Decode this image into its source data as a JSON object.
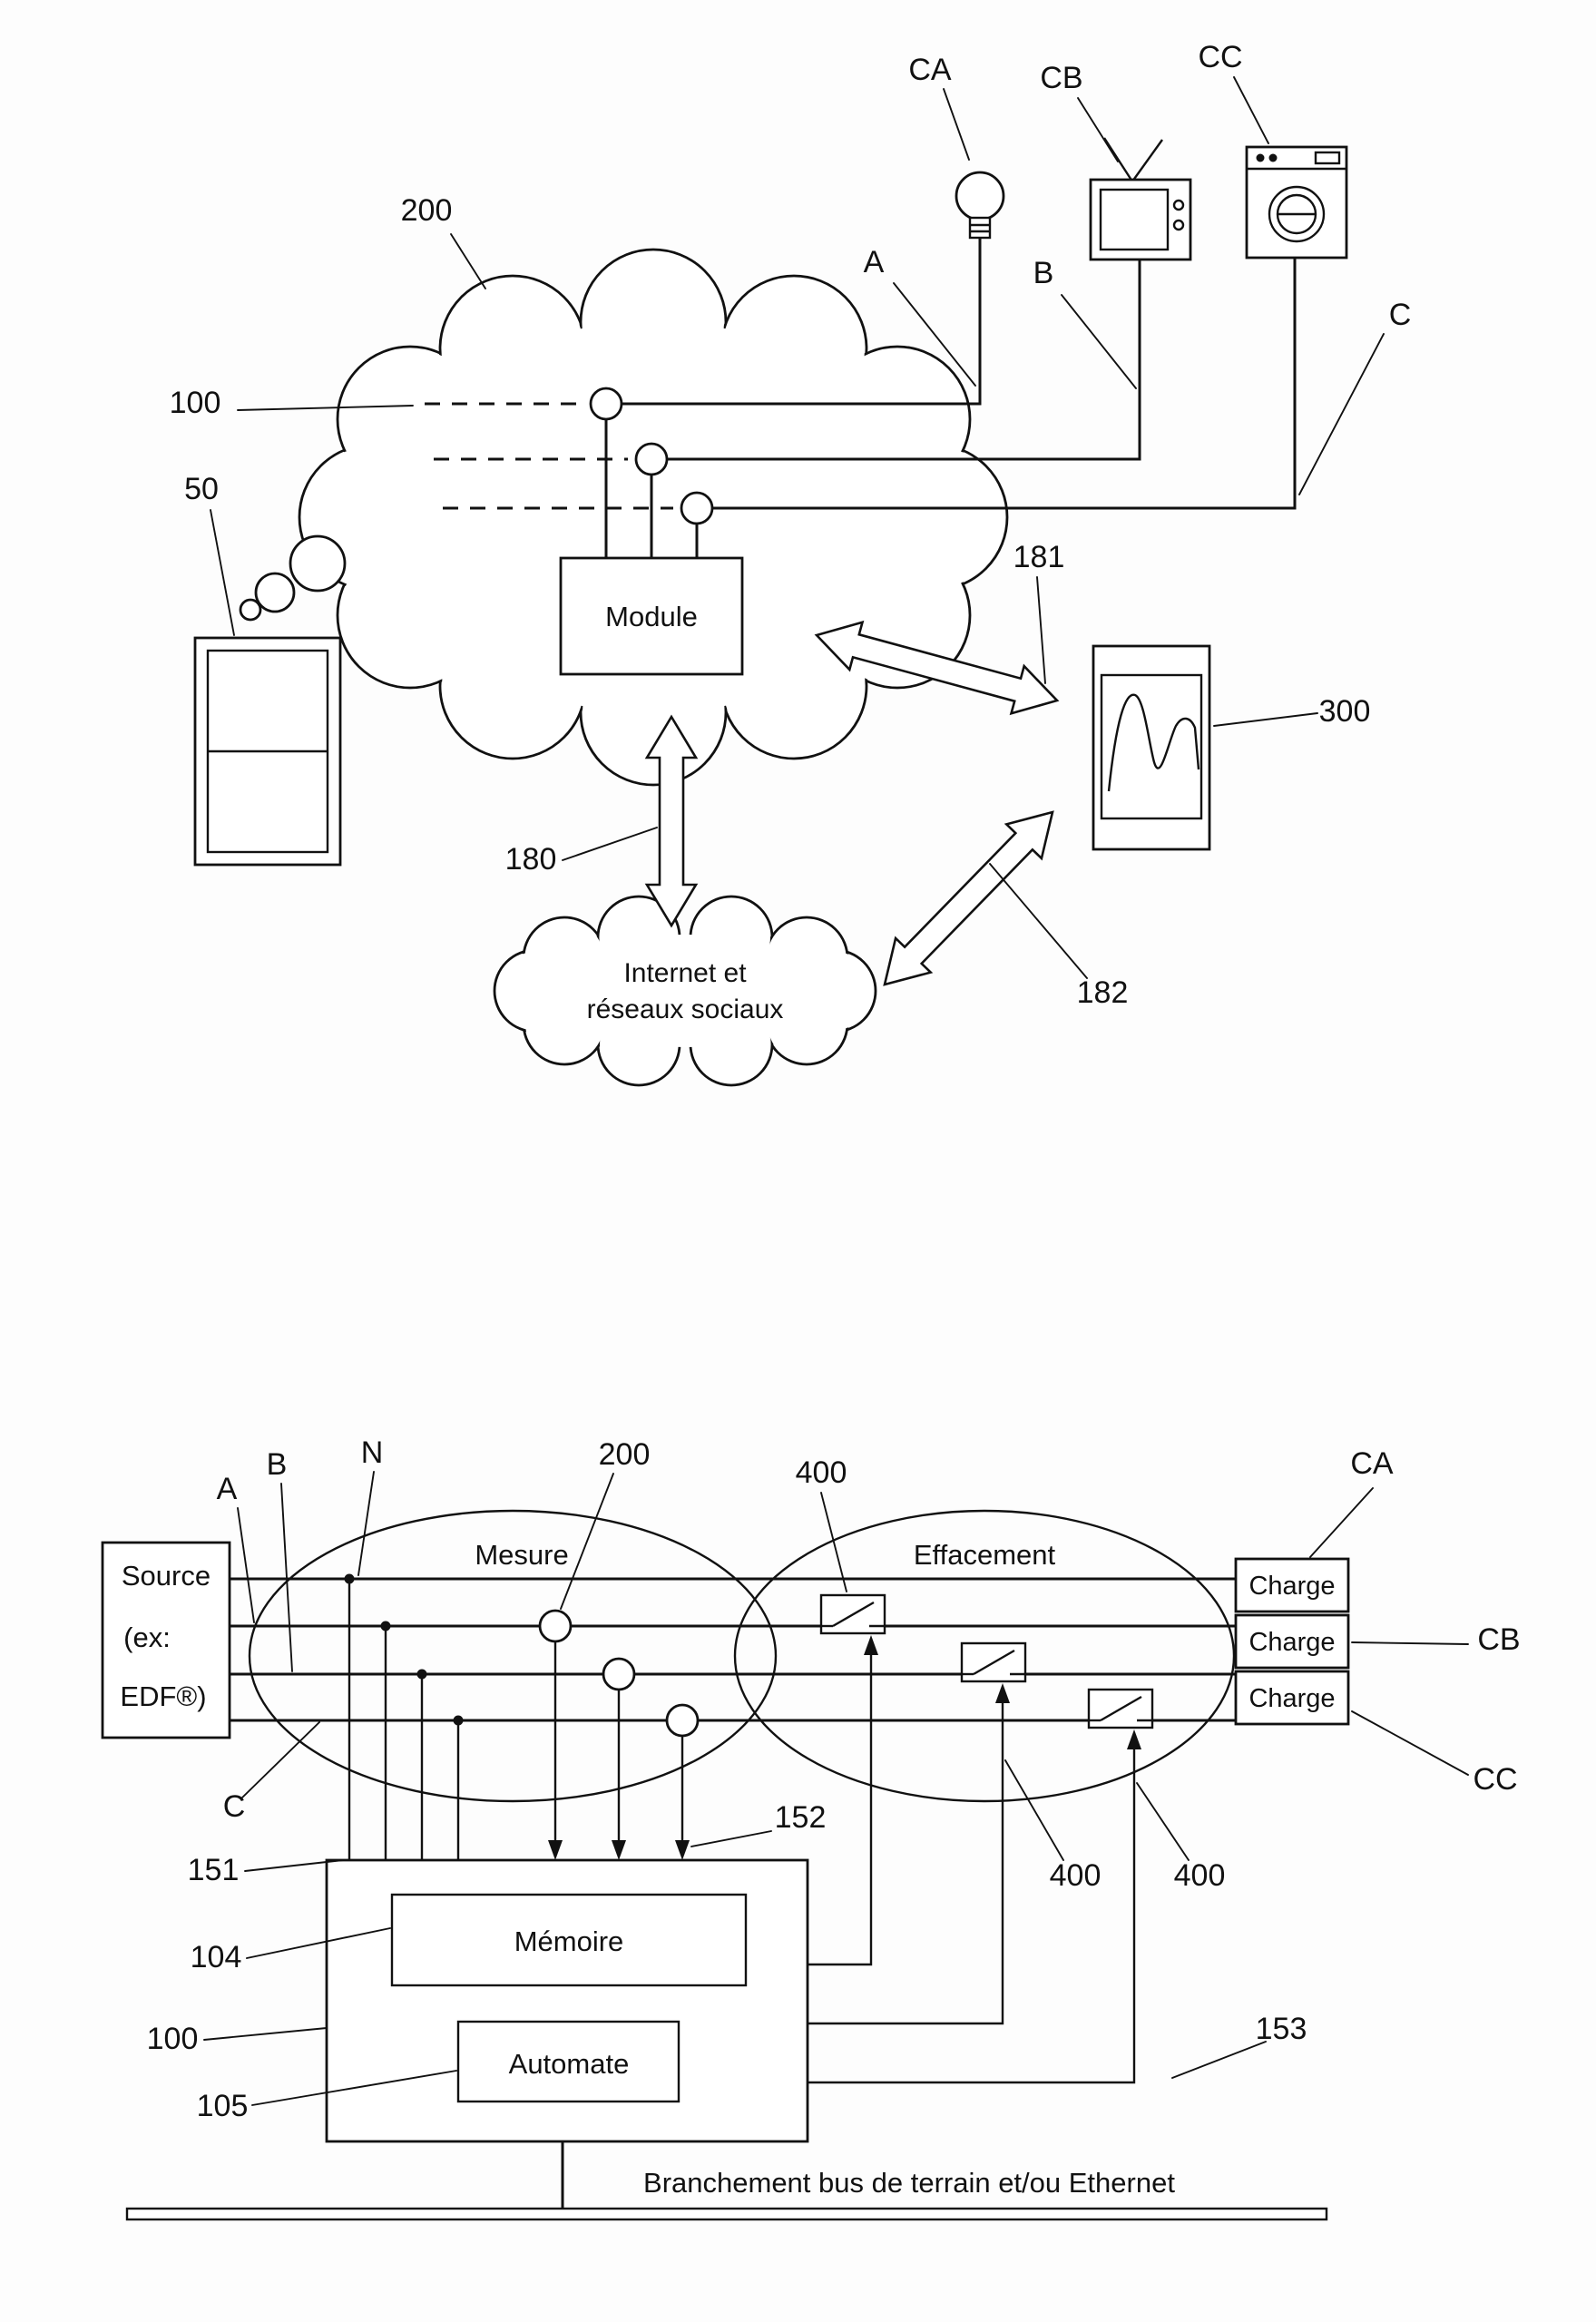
{
  "figure1": {
    "module": "Module",
    "internet_cloud": {
      "line1": "Internet et",
      "line2": "réseaux sociaux"
    },
    "refs": {
      "r50": "50",
      "r100": "100",
      "r200": "200",
      "r180": "180",
      "r181": "181",
      "r182": "182",
      "r300": "300"
    },
    "wires": {
      "a": "A",
      "b": "B",
      "c": "C"
    },
    "devices": {
      "ca": "CA",
      "cb": "CB",
      "cc": "CC"
    }
  },
  "figure2": {
    "source": {
      "line1": "Source",
      "line2": "(ex:",
      "line3": "EDF®)"
    },
    "zones": {
      "mesure": "Mesure",
      "effacement": "Effacement"
    },
    "charges": {
      "ca": "Charge",
      "cb": "Charge",
      "cc": "Charge"
    },
    "charge_labels": {
      "ca": "CA",
      "cb": "CB",
      "cc": "CC"
    },
    "wires": {
      "a": "A",
      "b": "B",
      "c": "C",
      "n": "N"
    },
    "refs": {
      "r100": "100",
      "r104": "104",
      "r105": "105",
      "r151": "151",
      "r152": "152",
      "r153": "153",
      "r200": "200",
      "r400_top": "400",
      "r400_mid": "400",
      "r400_right": "400"
    },
    "controller": {
      "memoire": "Mémoire",
      "automate": "Automate"
    },
    "bus_label": "Branchement bus de terrain et/ou Ethernet"
  }
}
